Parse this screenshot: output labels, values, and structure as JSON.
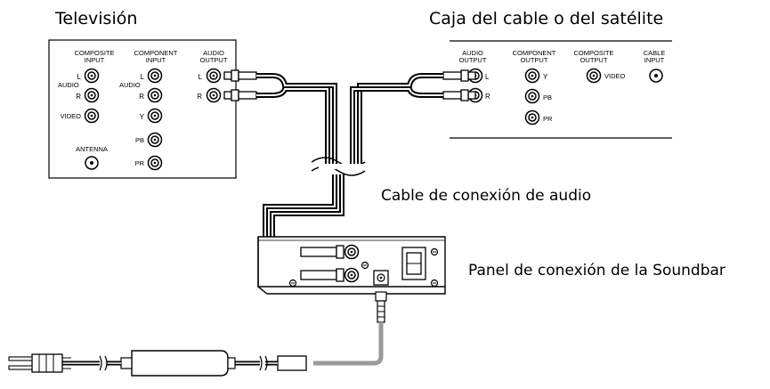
{
  "tv": {
    "title": "Televisión",
    "composite_header": [
      "COMPOSITE",
      "INPUT"
    ],
    "component_header": [
      "COMPONENT",
      "INPUT"
    ],
    "audio_output_header": [
      "AUDIO",
      "OUTPUT"
    ],
    "jack_l": "L",
    "jack_r": "R",
    "audio": "AUDIO",
    "video": "VIDEO",
    "y": "Y",
    "pb": "PB",
    "pr": "PR",
    "antenna": "ANTENNA"
  },
  "box": {
    "title": "Caja del cable o del satélite",
    "audio_output_header": [
      "AUDIO",
      "OUTPUT"
    ],
    "component_output_header": [
      "COMPONENT",
      "OUTPUT"
    ],
    "composite_output_header": [
      "COMPOSITE",
      "OUTPUT"
    ],
    "cable_input_header": [
      "CABLE",
      "INPUT"
    ],
    "jack_l": "L",
    "jack_r": "R",
    "y": "Y",
    "pb": "PB",
    "pr": "PR",
    "video": "VIDEO"
  },
  "cable_label": "Cable de conexión de audio",
  "soundbar_label": "Panel de conexión de la Soundbar"
}
